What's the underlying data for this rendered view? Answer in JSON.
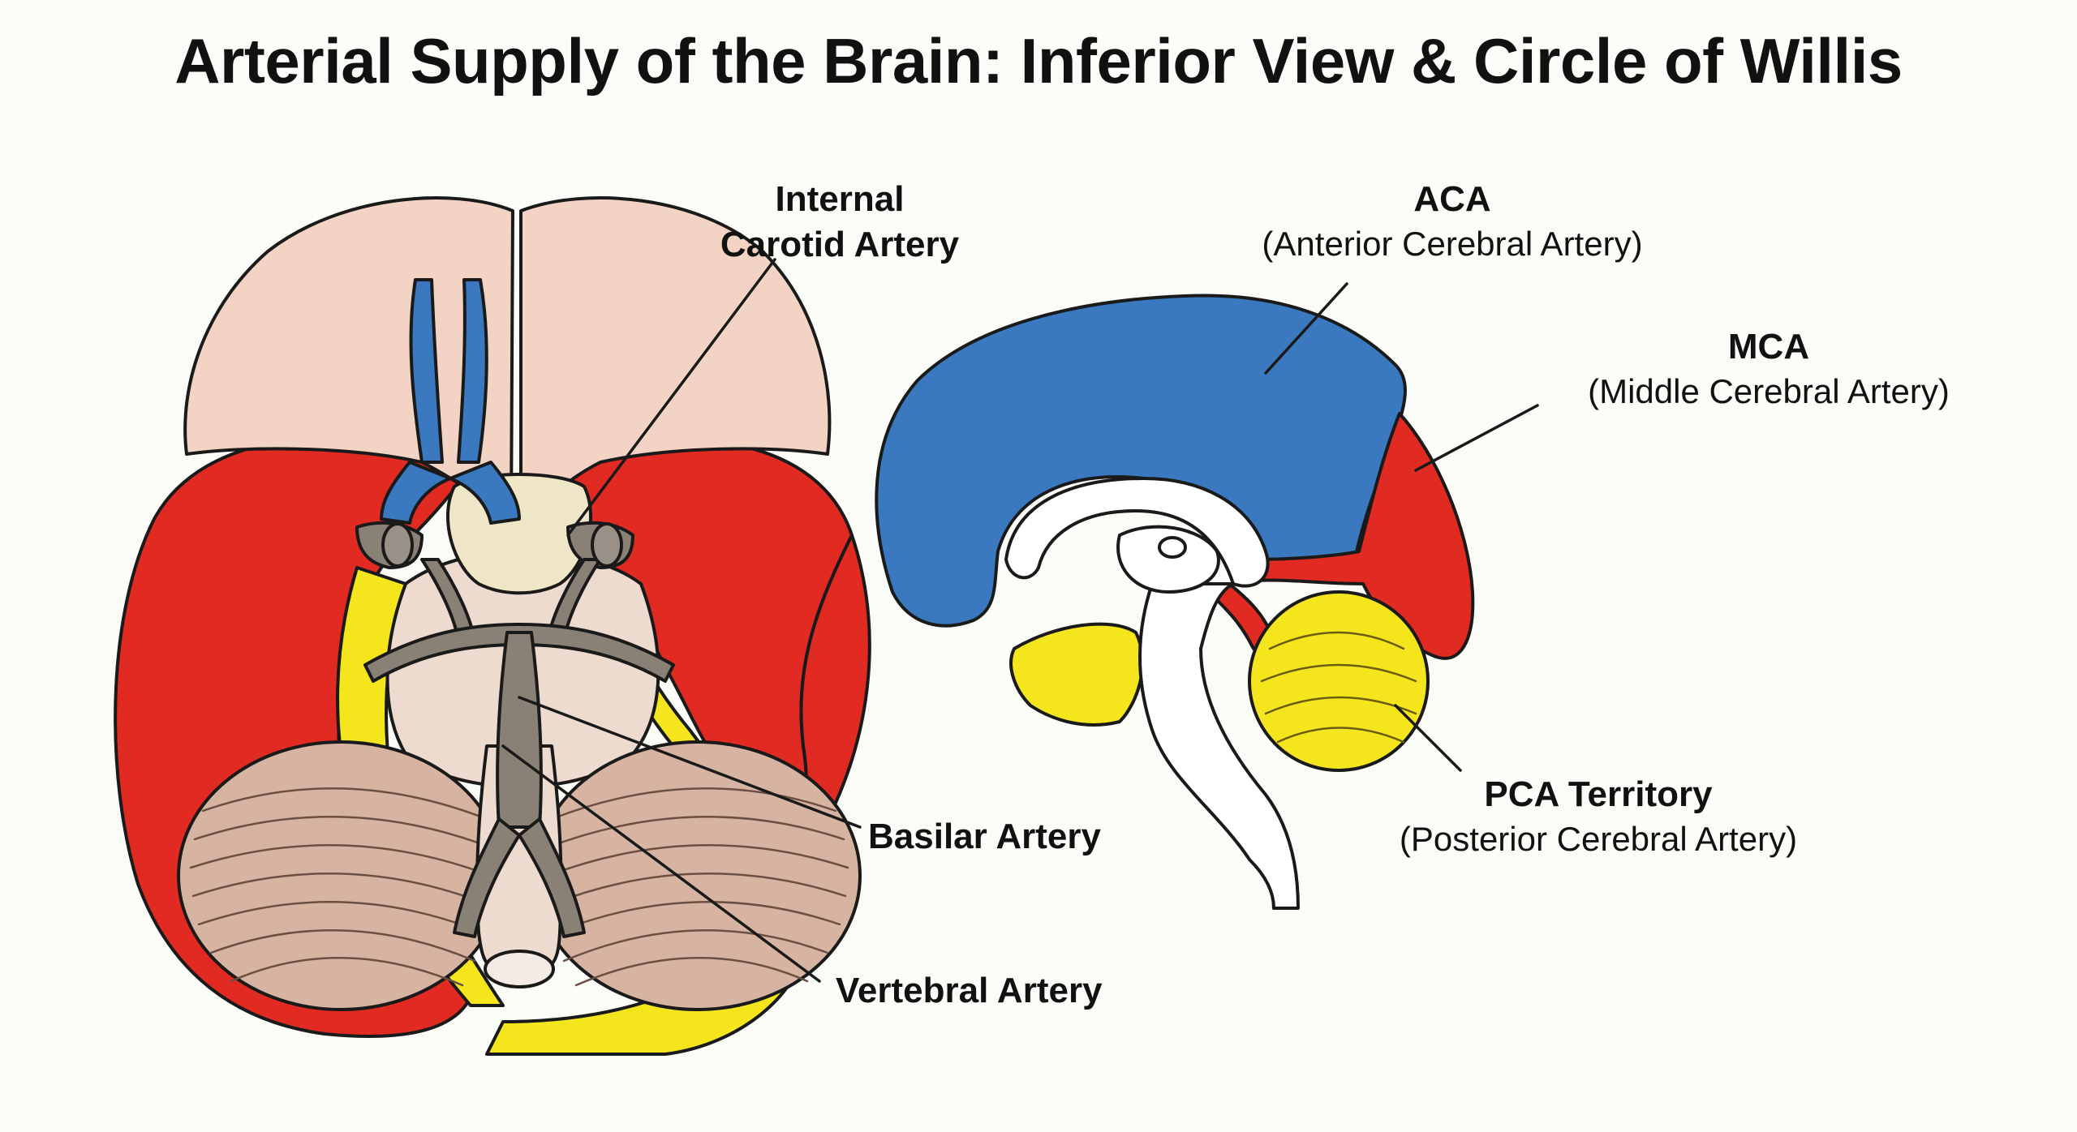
{
  "title": "Arterial Supply of the Brain: Inferior View & Circle of Willis",
  "colors": {
    "aca_territory": "#3a78bf",
    "mca_territory": "#e02a22",
    "pca_territory": "#f4e51c",
    "frontal_cortex": "#f2d3c4",
    "brainstem_cerebellum": "#d7b4a2",
    "arteries": "#8a8176",
    "background": "#fbfbf8"
  },
  "labels": {
    "internal_carotid": {
      "line1": "Internal",
      "line2": "Carotid Artery"
    },
    "basilar": "Basilar Artery",
    "vertebral": "Vertebral Artery",
    "aca": {
      "abbr": "ACA",
      "full": "(Anterior Cerebral Artery)"
    },
    "mca": {
      "abbr": "MCA",
      "full": "(Middle Cerebral Artery)"
    },
    "pca": {
      "abbr": "PCA Territory",
      "full": "(Posterior Cerebral Artery)"
    }
  }
}
